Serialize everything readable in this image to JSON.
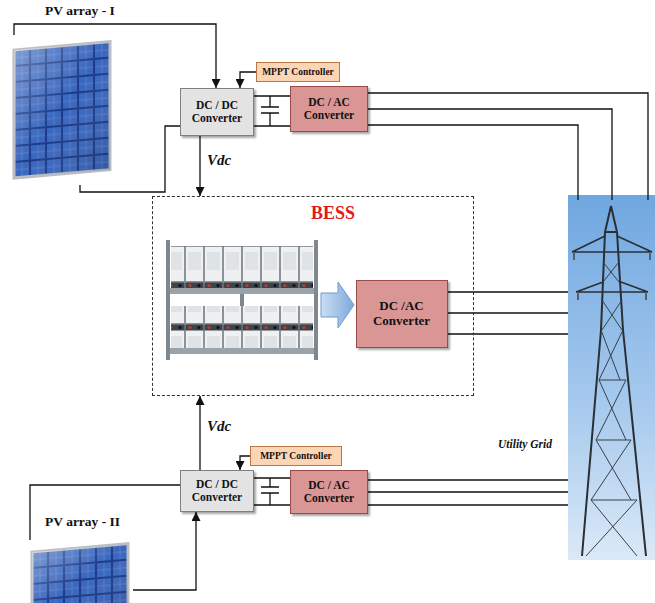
{
  "diagram": {
    "nodes": [
      {
        "text": [
          "PV array - I"
        ]
      },
      {
        "text": [
          "MPPT Controller"
        ]
      },
      {
        "text": [
          "DC / DC Converter"
        ]
      },
      {
        "text": [
          "DC / AC Converter"
        ]
      },
      {
        "text": [
          "BESS"
        ]
      },
      {
        "text": [
          "DC /AC Converter"
        ],
        "in": 4
      },
      {
        "text": [
          "Utility Grid"
        ]
      },
      {
        "text": [
          "PV array - II"
        ]
      },
      {
        "text": [
          "MPPT Controller"
        ]
      },
      {
        "text": [
          "DC / DC Converter"
        ]
      },
      {
        "text": [
          "DC / AC Converter"
        ]
      }
    ],
    "edges": [
      {
        "from": 0,
        "to": 2,
        "arrow": "to"
      },
      {
        "from": 0,
        "to": 2,
        "arrow": "none"
      },
      {
        "from": 1,
        "to": 2,
        "arrow": "to"
      },
      {
        "from": 2,
        "to": 3,
        "arrow": "none"
      },
      {
        "from": 2,
        "to": 3,
        "arrow": "none"
      },
      {
        "from": 2,
        "to": 4,
        "label": "Vdc",
        "arrow": "to"
      },
      {
        "from": 3,
        "to": 6,
        "arrow": "none"
      },
      {
        "from": 3,
        "to": 6,
        "arrow": "none"
      },
      {
        "from": 3,
        "to": 6,
        "arrow": "none"
      },
      {
        "from": 5,
        "to": 6,
        "arrow": "none"
      },
      {
        "from": 5,
        "to": 6,
        "arrow": "none"
      },
      {
        "from": 5,
        "to": 6,
        "arrow": "none"
      },
      {
        "from": 9,
        "to": 4,
        "label": "Vdc",
        "arrow": "to"
      },
      {
        "from": 8,
        "to": 9,
        "arrow": "to"
      },
      {
        "from": 7,
        "to": 9,
        "arrow": "none"
      },
      {
        "from": 7,
        "to": 9,
        "arrow": "to"
      },
      {
        "from": 9,
        "to": 10,
        "arrow": "none"
      },
      {
        "from": 9,
        "to": 10,
        "arrow": "none"
      },
      {
        "from": 10,
        "to": 6,
        "arrow": "none"
      },
      {
        "from": 10,
        "to": 6,
        "arrow": "none"
      },
      {
        "from": 10,
        "to": 6,
        "arrow": "none"
      }
    ]
  }
}
